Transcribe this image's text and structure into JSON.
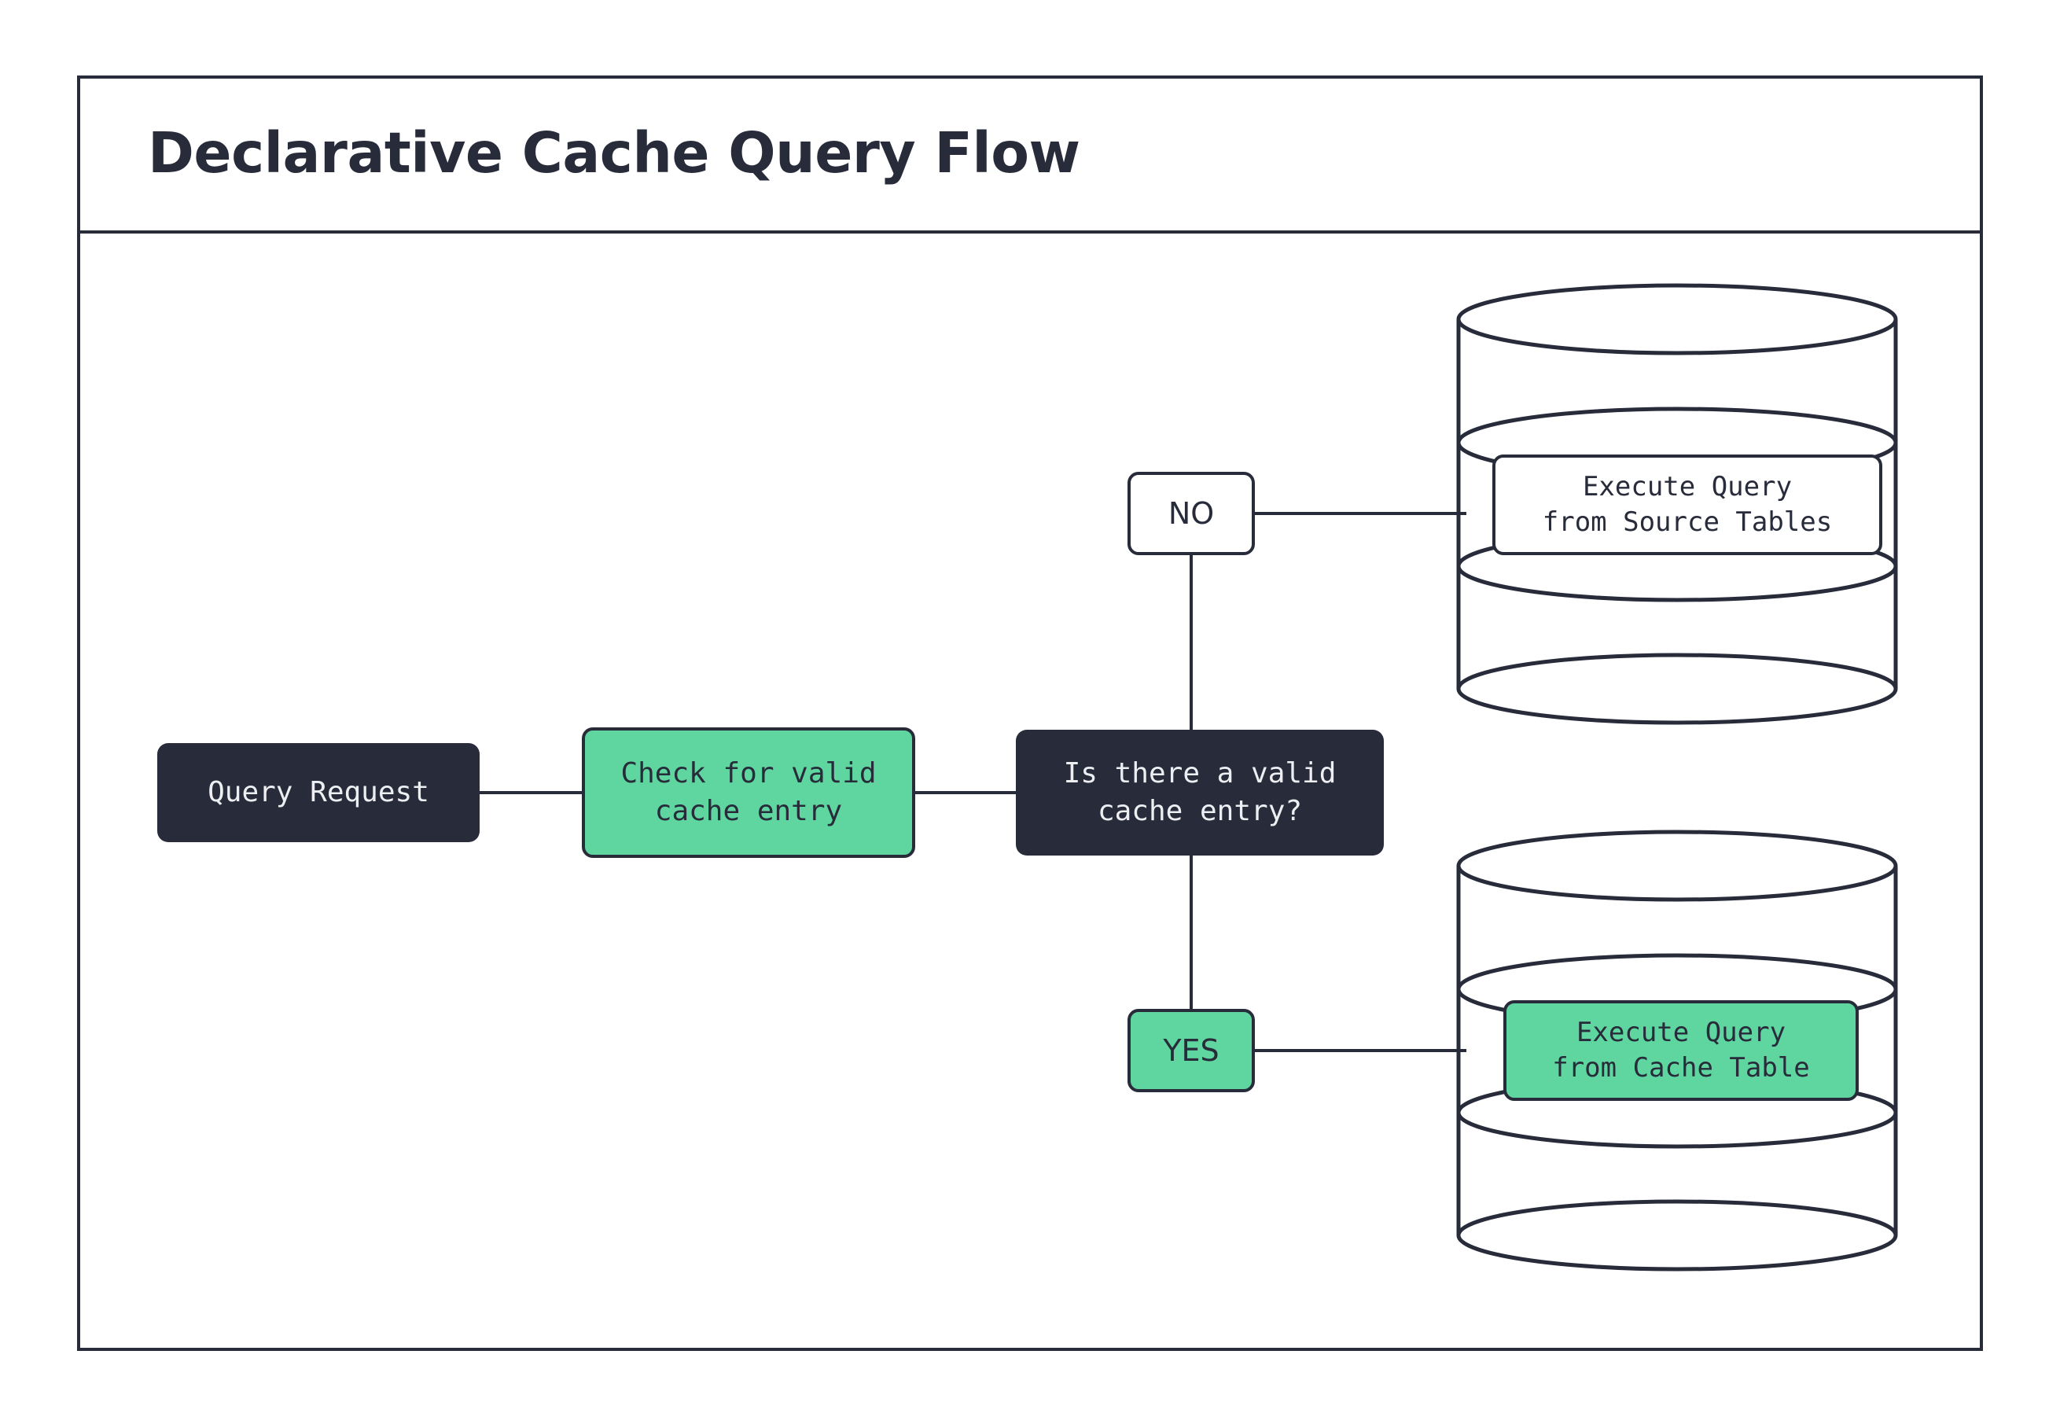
{
  "diagram": {
    "title": "Declarative Cache Query Flow",
    "colors": {
      "ink": "#272B3A",
      "accent_green": "#5FD6A0",
      "surface": "#FFFFFF",
      "dark_text": "#EDEEF2"
    },
    "nodes": {
      "query_request": "Query Request",
      "check_cache": "Check for valid\ncache entry",
      "decision": "Is there a valid\ncache entry?",
      "exec_source": "Execute Query\nfrom Source Tables",
      "exec_cache": "Execute Query\nfrom Cache Table"
    },
    "branch_labels": {
      "no": "NO",
      "yes": "YES"
    },
    "shapes": {
      "source_database": "database-cylinder",
      "cache_database": "database-cylinder"
    },
    "edges": [
      {
        "from": "query_request",
        "to": "check_cache",
        "label": ""
      },
      {
        "from": "check_cache",
        "to": "decision",
        "label": ""
      },
      {
        "from": "decision",
        "to": "exec_source",
        "label": "NO"
      },
      {
        "from": "decision",
        "to": "exec_cache",
        "label": "YES"
      }
    ]
  }
}
